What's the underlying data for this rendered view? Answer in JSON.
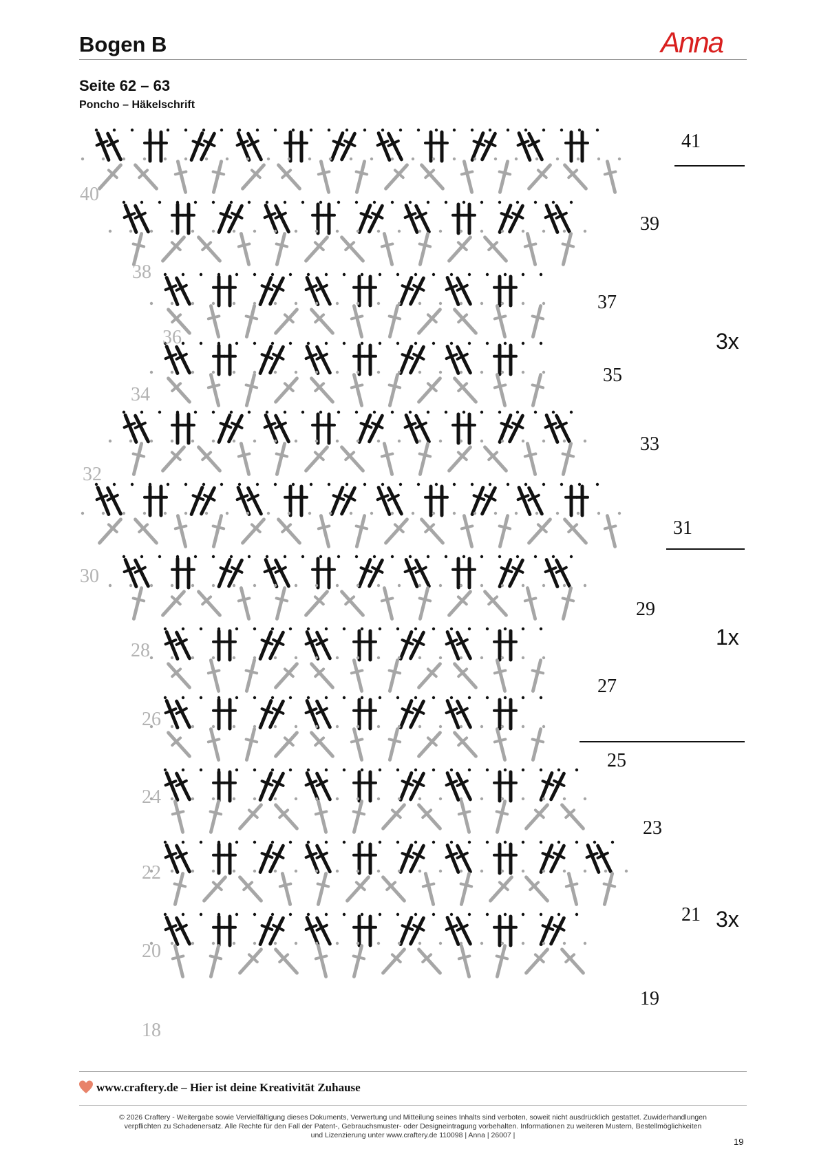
{
  "header": {
    "title": "Bogen B",
    "logo": "Anna",
    "pages": "Seite 62 – 63",
    "subtitle": "Poncho – Häkelschrift"
  },
  "chart": {
    "row_labels_right": [
      "41",
      "39",
      "37",
      "35",
      "33",
      "31",
      "29",
      "27",
      "25",
      "23",
      "21",
      "19"
    ],
    "row_labels_left": [
      "40",
      "38",
      "36",
      "34",
      "32",
      "30",
      "28",
      "26",
      "24",
      "22",
      "20",
      "18"
    ],
    "repeats": [
      "3x",
      "1x",
      "3x"
    ],
    "colors": {
      "odd_rows": "#111111",
      "even_rows": "#a6a6a6"
    }
  },
  "footer": {
    "heart_icon": "heart-icon",
    "tagline": "www.craftery.de – Hier ist deine Kreativität Zuhause",
    "legal_1": "© 2026 Craftery - Weitergabe sowie Vervielfältigung dieses Dokuments, Verwertung und Mitteilung seines Inhalts sind verboten, soweit nicht ausdrücklich gestattet. Zuwiderhandlungen",
    "legal_2": "verpflichten zu Schadenersatz. Alle Rechte für den Fall der Patent-, Gebrauchsmuster- oder Designeintragung vorbehalten. Informationen zu weiteren Mustern, Bestellmöglichkeiten",
    "legal_3": "und Lizenzierung unter www.craftery.de 110098 | Anna | 26007 |",
    "page_number": "19"
  }
}
